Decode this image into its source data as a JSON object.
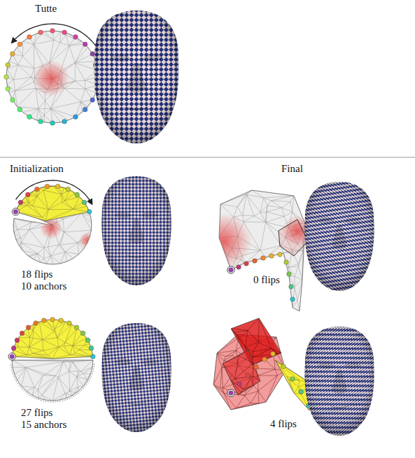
{
  "diagram": {
    "labels": [
      "Tutte",
      "Initialization",
      "Final",
      "18 flips",
      "10 anchors",
      "0 flips",
      "27 flips",
      "15 anchors",
      "4 flips"
    ]
  }
}
